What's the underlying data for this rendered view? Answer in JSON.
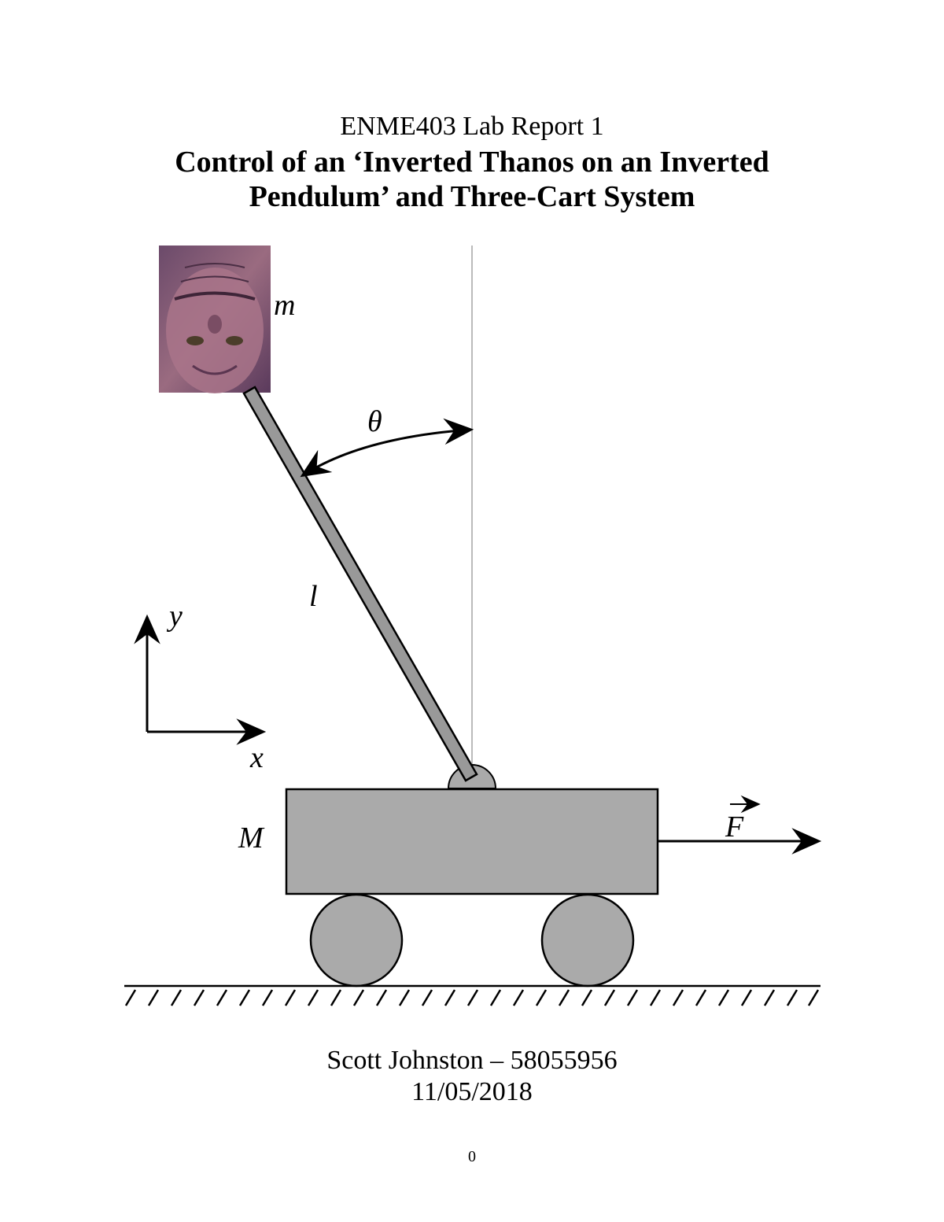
{
  "document": {
    "course_line": "ENME403 Lab Report 1",
    "title_line_1": "Control of an ‘Inverted Thanos on an Inverted",
    "title_line_2": "Pendulum’ and Three-Cart System",
    "author_line": "Scott Johnston – 58055956",
    "date_line": "11/05/2018",
    "page_number": "0"
  },
  "figure": {
    "labels": {
      "mass_top": "m",
      "angle": "θ",
      "length": "l",
      "axis_y": "y",
      "axis_x": "x",
      "cart_mass": "M",
      "force": "F"
    },
    "colors": {
      "cart_fill": "#aaaaaa",
      "rod_fill": "#999999",
      "outline": "#000000",
      "vertical_reference": "#bbbbbb",
      "photo_tone": "#8a5a7a"
    },
    "icons": {
      "mass_image": "inverted-thanos-face-photo"
    }
  }
}
